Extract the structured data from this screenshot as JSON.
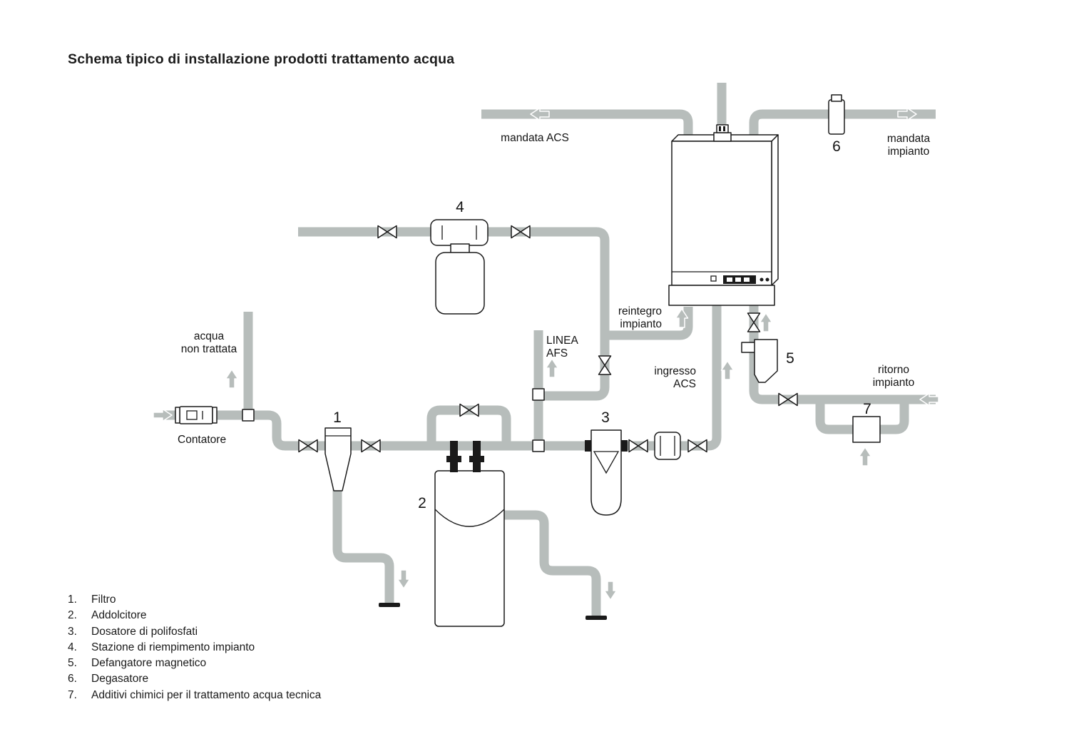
{
  "title": "Schema tipico di installazione prodotti trattamento acqua",
  "labels": {
    "mandata_acs": "mandata ACS",
    "mandata_impianto_line1": "mandata",
    "mandata_impianto_line2": "impianto",
    "reintegro_line1": "reintegro",
    "reintegro_line2": "impianto",
    "linea_afs_line1": "LINEA",
    "linea_afs_line2": "AFS",
    "ingresso_acs_line1": "ingresso",
    "ingresso_acs_line2": "ACS",
    "acqua_line1": "acqua",
    "acqua_line2": "non trattata",
    "contatore": "Contatore",
    "ritorno_line1": "ritorno",
    "ritorno_line2": "impianto"
  },
  "markers": {
    "n1": "1",
    "n2": "2",
    "n3": "3",
    "n4": "4",
    "n5": "5",
    "n6": "6",
    "n7": "7"
  },
  "legend": {
    "items": [
      {
        "num": "1.",
        "label": "Filtro"
      },
      {
        "num": "2.",
        "label": "Addolcitore"
      },
      {
        "num": "3.",
        "label": "Dosatore di polifosfati"
      },
      {
        "num": "4.",
        "label": "Stazione di riempimento impianto"
      },
      {
        "num": "5.",
        "label": "Defangatore magnetico"
      },
      {
        "num": "6.",
        "label": "Degasatore"
      },
      {
        "num": "7.",
        "label": "Additivi chimici per il trattamento acqua tecnica"
      }
    ]
  },
  "colors": {
    "pipe": "#b7bdbb",
    "outline": "#1a1a1a",
    "text": "#1a1a1a",
    "background": "#ffffff"
  }
}
